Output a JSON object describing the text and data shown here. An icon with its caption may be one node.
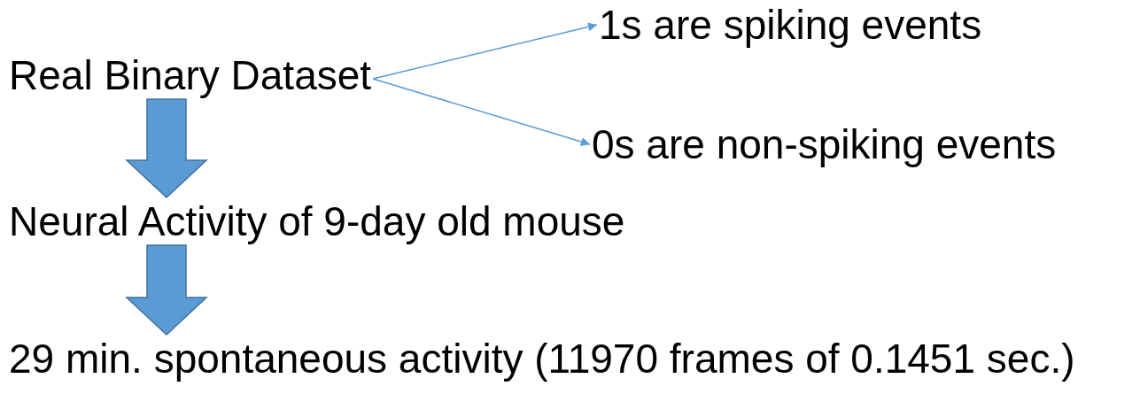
{
  "diagram": {
    "nodes": [
      {
        "text": [
          "Real Binary Dataset"
        ]
      },
      {
        "text": [
          "1s are spiking events"
        ]
      },
      {
        "text": [
          "0s are non-spiking events"
        ]
      },
      {
        "text": [
          "Neural Activity of 9-day old mouse"
        ]
      },
      {
        "text": [
          "29 min. spontaneous activity (11970 frames of 0.1451 sec.)"
        ]
      }
    ],
    "edges": [
      {
        "from": 0,
        "to": 1,
        "arrow": "to"
      },
      {
        "from": 0,
        "to": 2,
        "arrow": "to"
      },
      {
        "from": 0,
        "to": 3,
        "arrow": "to",
        "style": "thick"
      },
      {
        "from": 3,
        "to": 4,
        "arrow": "to",
        "style": "thick"
      }
    ]
  }
}
